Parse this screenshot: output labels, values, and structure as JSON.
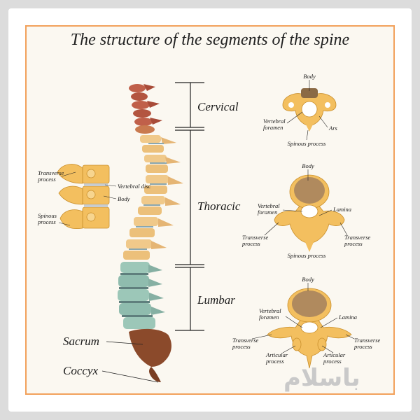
{
  "title": "The structure of the segments of the spine",
  "segments": {
    "cervical": "Cervical",
    "thoracic": "Thoracic",
    "lumbar": "Lumbar",
    "sacrum": "Sacrum",
    "coccyx": "Coccyx"
  },
  "side_detail": {
    "transverse_process": "Transverse process",
    "vertebral_disc": "Vertebral disc",
    "body": "Body",
    "spinous_process": "Spinous process"
  },
  "cervical_vertebra": {
    "body": "Body",
    "vertebral_foramen": "Vertebral foramen",
    "ars": "Ars",
    "spinous_process": "Spinous process"
  },
  "thoracic_vertebra": {
    "body": "Body",
    "vertebral_foramen": "Vertebral foramen",
    "lamina": "Lamina",
    "transverse_process_left": "Transverse process",
    "transverse_process_right": "Transverse process",
    "spinous_process": "Spinous process"
  },
  "lumbar_vertebra": {
    "body": "Body",
    "vertebral_foramen": "Vertebral foramen",
    "lamina": "Lamina",
    "transverse_process_left": "Transverse process",
    "transverse_process_right": "Transverse process",
    "articular_process_left": "Articular process",
    "articular_process_right": "Articular process"
  },
  "watermark": "باسلام",
  "colors": {
    "frame": "#f2a15b",
    "cervical": "#c0604a",
    "thoracic": "#f0c98a",
    "lumbar": "#9cc7b8",
    "sacrum": "#8b4a2b",
    "bone": "#f3bf5f",
    "body_texture": "#b08a5e"
  }
}
